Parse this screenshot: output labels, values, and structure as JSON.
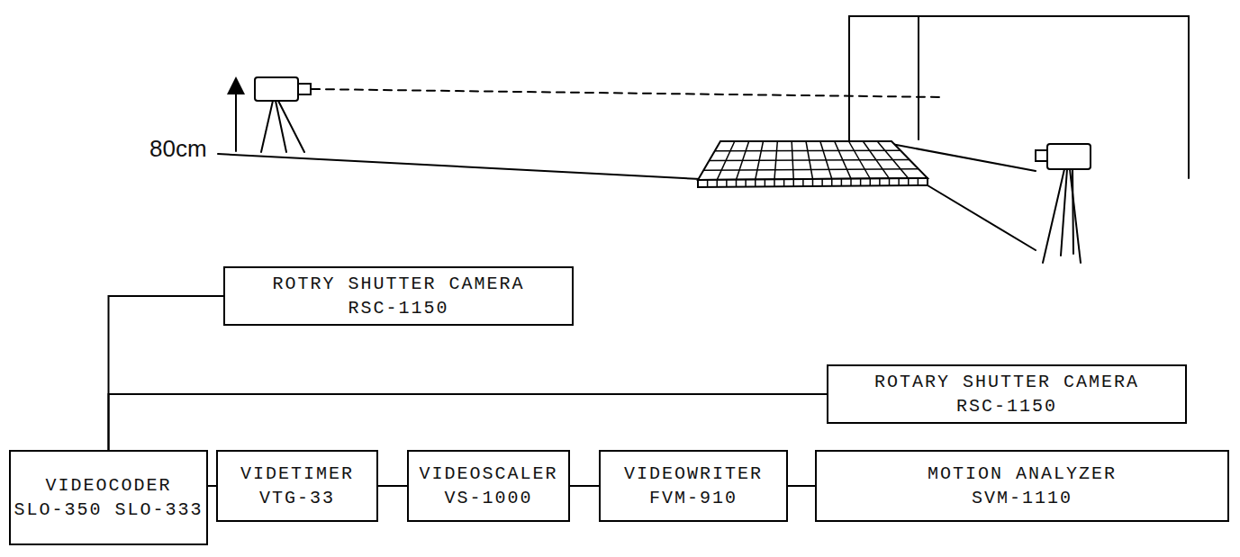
{
  "diagram": {
    "nodes": [
      {
        "text": [
          "ROTRY SHUTTER CAMERA",
          "RSC-1150"
        ]
      },
      {
        "text": [
          "ROTARY SHUTTER CAMERA",
          "RSC-1150"
        ]
      },
      {
        "text": [
          "VIDEOCODER",
          "SLO-350 SLO-333"
        ]
      },
      {
        "text": [
          "VIDETIMER",
          "VTG-33"
        ]
      },
      {
        "text": [
          "VIDEOSCALER",
          "VS-1000"
        ]
      },
      {
        "text": [
          "VIDEOWRITER",
          "FVM-910"
        ]
      },
      {
        "text": [
          "MOTION ANALYZER",
          "SVM-1110"
        ]
      }
    ],
    "edges": [
      {
        "from": 0,
        "to": 2,
        "arrow": "none"
      },
      {
        "from": 1,
        "to": 2,
        "arrow": "none"
      },
      {
        "from": 2,
        "to": 3,
        "arrow": "none"
      },
      {
        "from": 3,
        "to": 4,
        "arrow": "none"
      },
      {
        "from": 4,
        "to": 5,
        "arrow": "none"
      },
      {
        "from": 5,
        "to": 6,
        "arrow": "none"
      }
    ],
    "labels": [
      "80cm"
    ]
  }
}
